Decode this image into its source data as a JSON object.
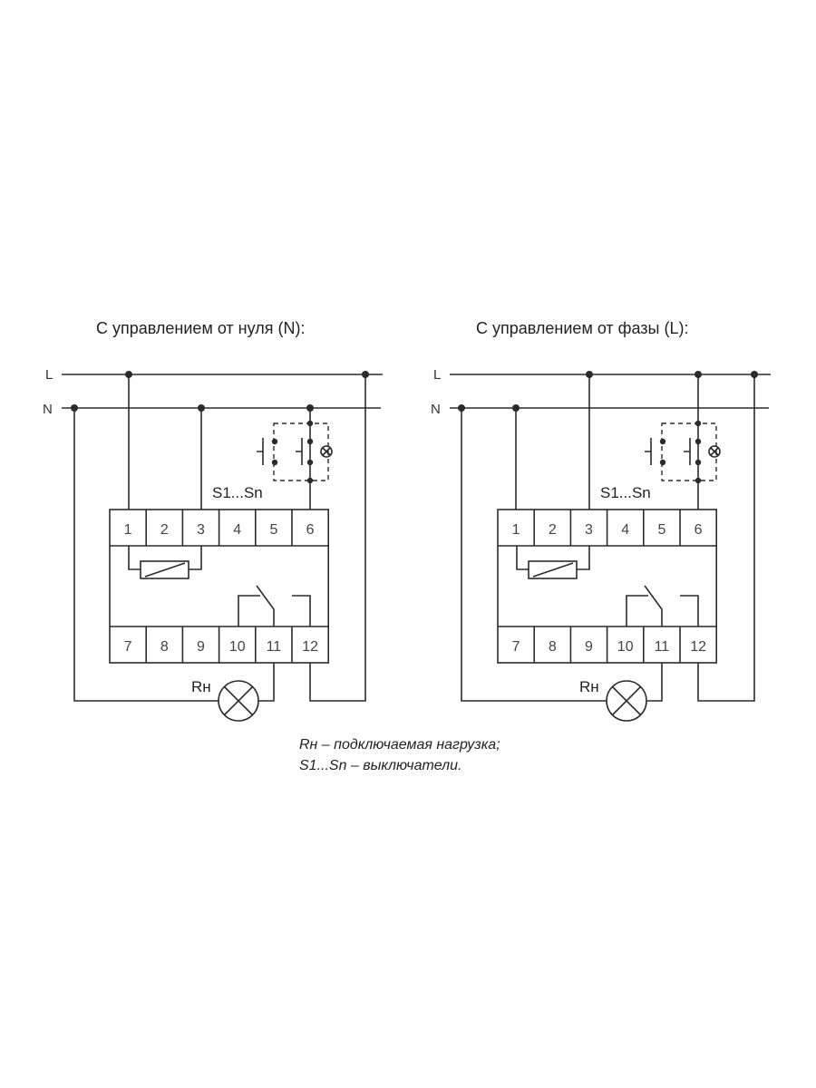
{
  "diagrams": [
    {
      "title": "С управлением от нуля (N):",
      "bus_l": "L",
      "bus_n": "N",
      "switch_label": "S1...Sn",
      "load_label": "Rн",
      "top_terminals": [
        "1",
        "2",
        "3",
        "4",
        "5",
        "6"
      ],
      "bottom_terminals": [
        "7",
        "8",
        "9",
        "10",
        "11",
        "12"
      ]
    },
    {
      "title": "С управлением от фазы (L):",
      "bus_l": "L",
      "bus_n": "N",
      "switch_label": "S1...Sn",
      "load_label": "Rн",
      "top_terminals": [
        "1",
        "2",
        "3",
        "4",
        "5",
        "6"
      ],
      "bottom_terminals": [
        "7",
        "8",
        "9",
        "10",
        "11",
        "12"
      ]
    }
  ],
  "legend": {
    "line1": "Rн – подключаемая нагрузка;",
    "line2": "S1...Sn – выключатели."
  }
}
